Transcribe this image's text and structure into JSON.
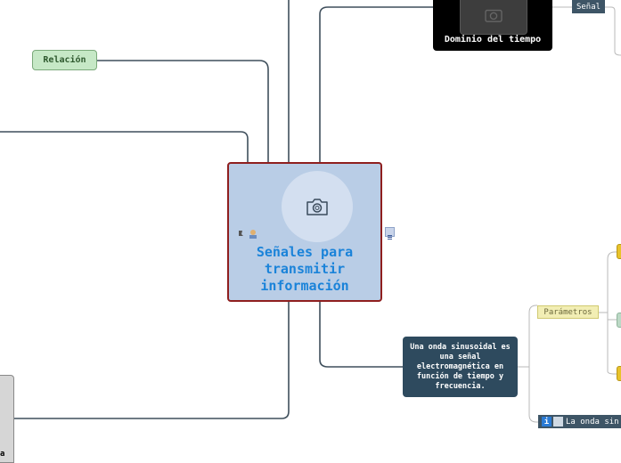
{
  "central": {
    "title_lines": [
      "Señales para",
      "transmitir",
      "información"
    ]
  },
  "topics": {
    "relacion": "Relación",
    "dominio": "Dominio del tiempo",
    "senal": "Señal",
    "onda": "Una onda sinusoidal es una señal electromagnética en función de tiempo y frecuencia.",
    "parametros": "Parámetros",
    "bottom_bar": "La onda sin",
    "left_box": "a"
  },
  "icons": [
    "camera-icon",
    "note-icon",
    "pin-icon",
    "person-icon",
    "info-icon"
  ],
  "colors": {
    "central_border": "#8f1f1f",
    "central_fill": "#b9cde6",
    "title": "#1a83d9",
    "topic_dark": "#2e4a5e"
  }
}
